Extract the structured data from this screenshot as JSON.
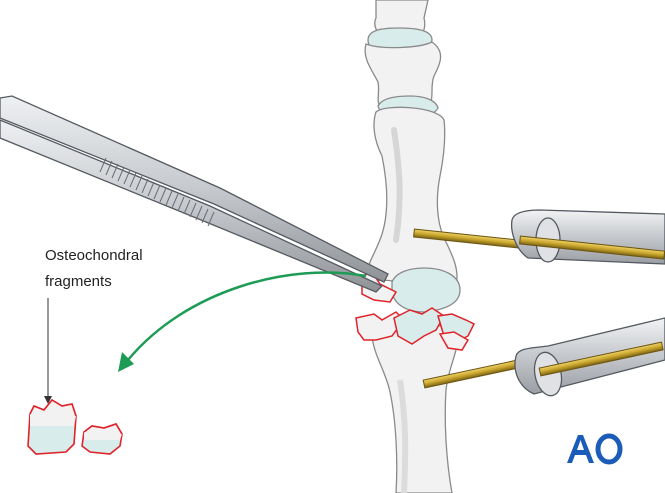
{
  "annotation": {
    "line1": "Osteochondral",
    "line2": "fragments"
  },
  "logo": {
    "text": "AO",
    "color": "#1b5cb8"
  },
  "colors": {
    "bone": "#f2f2f2",
    "bone_outline": "#8a8a8a",
    "cartilage": "#d8ecec",
    "fracture_edge": "#e0222a",
    "arrow": "#1e9b55",
    "wire": "#c9a62c",
    "instrument": "#c9ccd0"
  },
  "icons": [
    "forceps-icon",
    "k-wire-icon",
    "curved-arrow-icon",
    "leader-line-icon"
  ]
}
